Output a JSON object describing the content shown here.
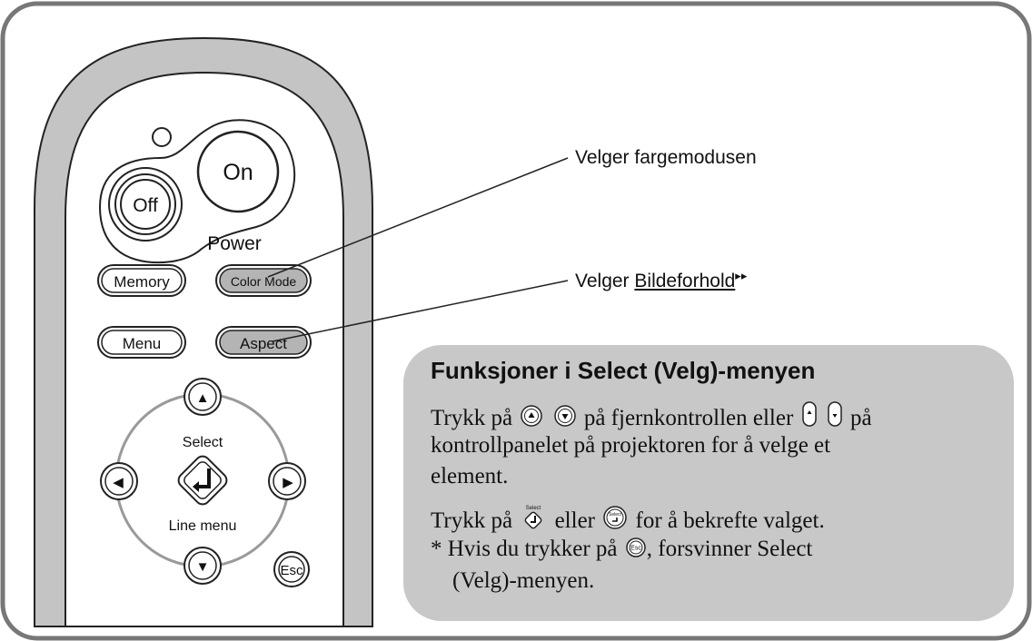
{
  "remote": {
    "on_label": "On",
    "off_label": "Off",
    "power_label": "Power",
    "memory_label": "Memory",
    "colormode_label": "Color Mode",
    "menu_label": "Menu",
    "aspect_label": "Aspect",
    "select_label": "Select",
    "linemenu_label": "Line menu",
    "esc_label": "Esc",
    "up_symbol": "▲",
    "down_symbol": "▼",
    "left_symbol": "◀",
    "right_symbol": "▶"
  },
  "callouts": {
    "colormode": "Velger fargemodusen",
    "aspect_prefix": "Velger ",
    "aspect_link": "Bildeforhold",
    "aspect_marker": "▸▸"
  },
  "infobox": {
    "title": "Funksjoner i Select (Velg)-menyen",
    "l1_a": "Trykk på",
    "l1_b": "på fjernkontrollen eller",
    "l1_c": "på",
    "l2": "kontrollpanelet på projektoren for å velge et",
    "l3": "element.",
    "l4_a": "Trykk på",
    "l4_b": "eller",
    "l4_c": "for å bekrefte valget.",
    "l5_a": "* Hvis du trykker på",
    "l5_b": ", forsvinner Select",
    "l6": "(Velg)-menyen.",
    "icon_select_label": "Select",
    "icon_esc_label": "Esc"
  },
  "colors": {
    "frame": "#777777",
    "remote_body": "#c4c4c4",
    "info_box": "#c8c8c8",
    "button_fill": "#ffffff",
    "highlight_button": "#b4b4b4"
  }
}
